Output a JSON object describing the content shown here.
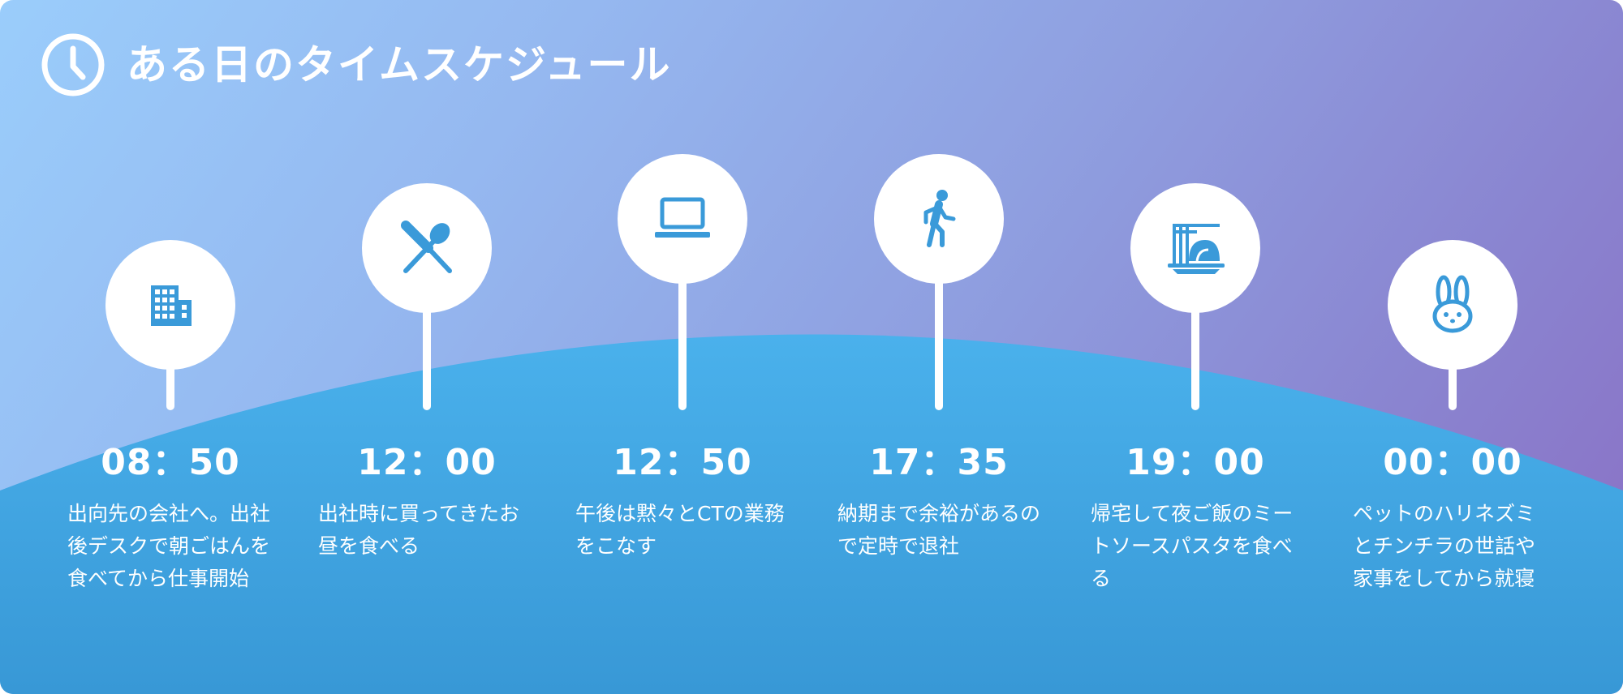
{
  "title": "ある日のタイムスケジュール",
  "schedule": [
    {
      "time": "08：50",
      "icon": "building-icon",
      "text": "出向先の会社へ。出社後デスクで朝ごはんを食べてから仕事開始"
    },
    {
      "time": "12：00",
      "icon": "utensils-icon",
      "text": "出社時に買ってきたお昼を食べる"
    },
    {
      "time": "12：50",
      "icon": "laptop-icon",
      "text": "午後は黙々とCTの業務をこなす"
    },
    {
      "time": "17：35",
      "icon": "walking-person-icon",
      "text": "納期まで余裕があるので定時で退社"
    },
    {
      "time": "19：00",
      "icon": "pasta-icon",
      "text": "帰宅して夜ご飯のミートソースパスタを食べる"
    },
    {
      "time": "00：00",
      "icon": "rabbit-icon",
      "text": "ペットのハリネズミとチンチラの世話や家事をしてから就寝"
    }
  ],
  "colors": {
    "icon_blue": "#3a9ad9",
    "arc_top": "#4ab1ec",
    "arc_bottom": "#3898d6",
    "bg_left": "#9acdfb",
    "bg_right": "#8a6fc4"
  }
}
